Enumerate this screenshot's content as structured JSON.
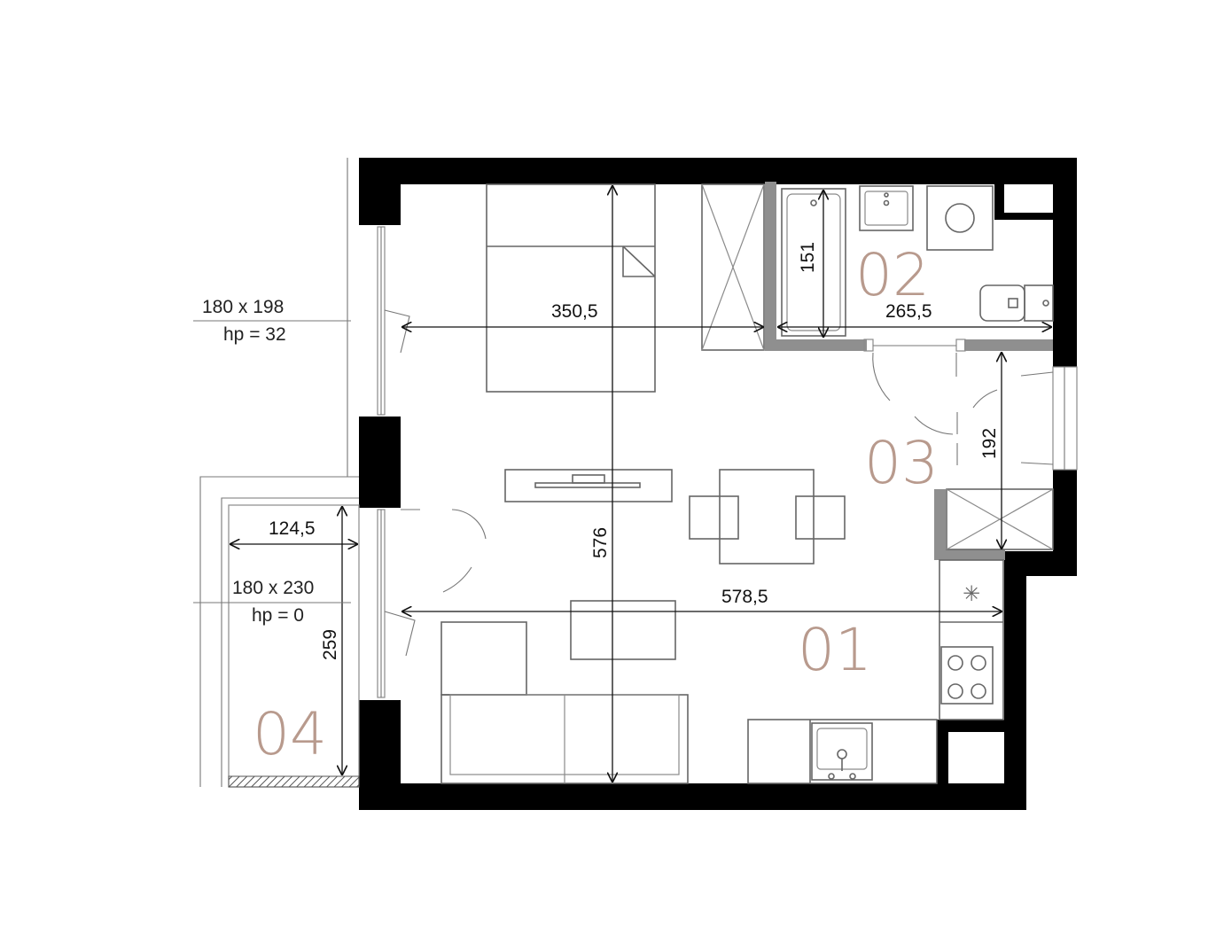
{
  "rooms": [
    {
      "id": "01",
      "label": "01"
    },
    {
      "id": "02",
      "label": "02"
    },
    {
      "id": "03",
      "label": "03"
    },
    {
      "id": "04",
      "label": "04"
    }
  ],
  "dimensions": {
    "living_width": "350,5",
    "living_depth": "576",
    "kitchen_width": "578,5",
    "bath_width": "265,5",
    "bath_depth": "151",
    "hall_depth": "192",
    "balcony_width": "124,5",
    "balcony_depth": "259"
  },
  "windows": {
    "upper": {
      "size": "180 x 198",
      "sill": "hp = 32"
    },
    "lower": {
      "size": "180 x 230",
      "sill": "hp = 0"
    }
  },
  "colors": {
    "wall": "#000000",
    "partition": "#8f8f8f",
    "room_label": "#b89a8d"
  }
}
